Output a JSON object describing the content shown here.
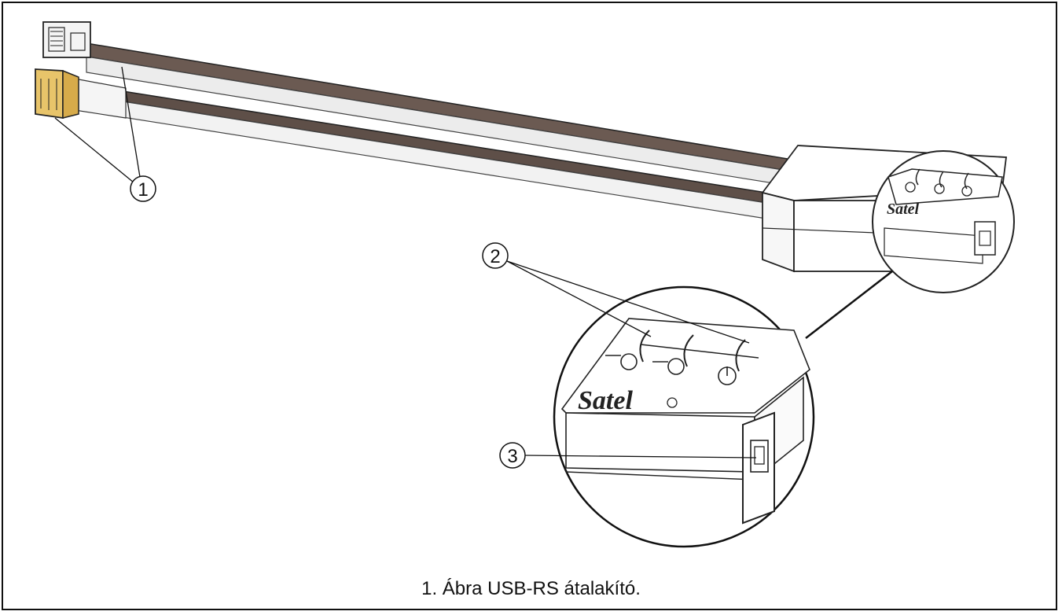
{
  "figure": {
    "caption": "1. Ábra USB-RS átalakító.",
    "callouts": [
      {
        "number": "1"
      },
      {
        "number": "2"
      },
      {
        "number": "3"
      }
    ],
    "brand": "Satel"
  },
  "colors": {
    "cable_dark": "#6b5a52",
    "cable_light": "#e8e8e8",
    "connector_yellow": "#e8c46a",
    "outline": "#222222"
  }
}
